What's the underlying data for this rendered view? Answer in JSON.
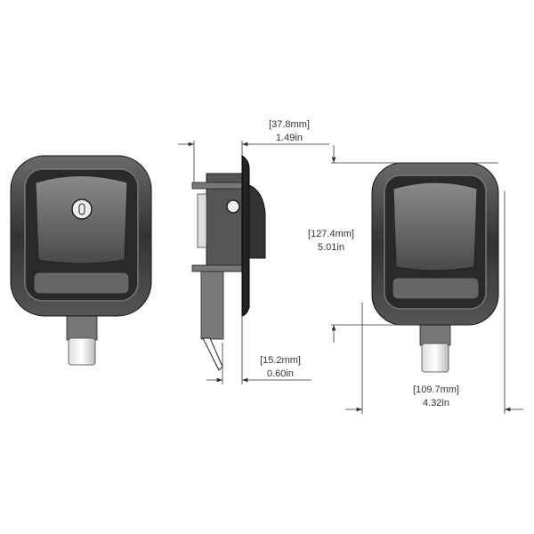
{
  "dimensions": {
    "depth": {
      "metric": "[37.8mm]",
      "imperial": "1.49in"
    },
    "height": {
      "metric": "[127.4mm]",
      "imperial": "5.01in"
    },
    "stem_offset": {
      "metric": "[15.2mm]",
      "imperial": "0.60in"
    },
    "width": {
      "metric": "[109.7mm]",
      "imperial": "4.32in"
    }
  },
  "colors": {
    "body": "#3a3a3a",
    "bezel": "#555555",
    "paddle": "#6a6a6a",
    "stem": "#8a8a8a",
    "line": "#333333"
  }
}
